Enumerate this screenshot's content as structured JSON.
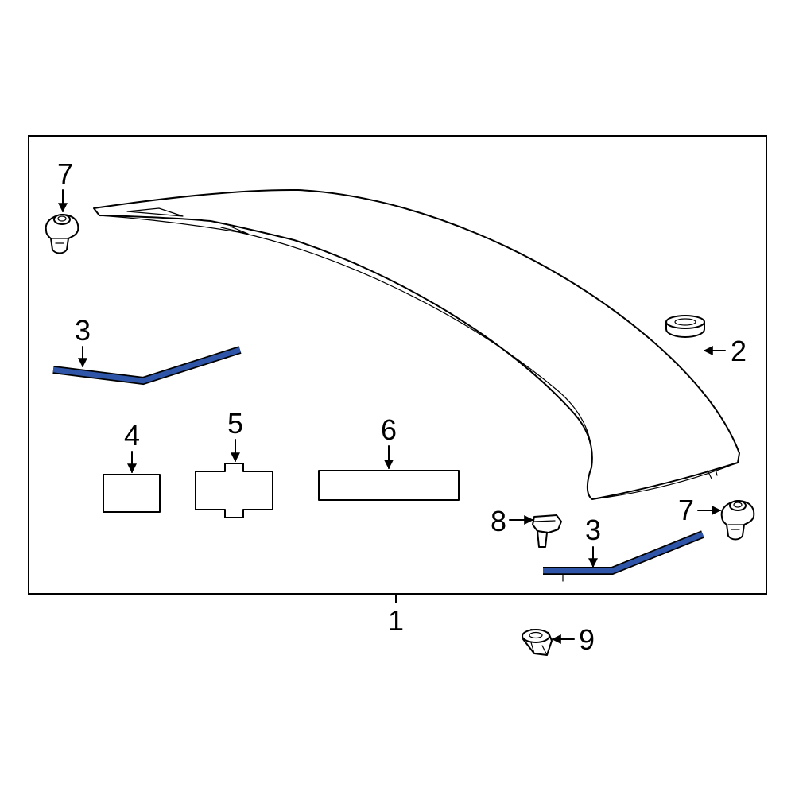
{
  "callouts": {
    "c1": "1",
    "c2": "2",
    "c3a": "3",
    "c3b": "3",
    "c4": "4",
    "c5": "5",
    "c6": "6",
    "c7a": "7",
    "c7b": "7",
    "c8": "8",
    "c9": "9"
  },
  "colors": {
    "highlight": "#2f55a8",
    "line": "#000000",
    "background": "#ffffff"
  }
}
